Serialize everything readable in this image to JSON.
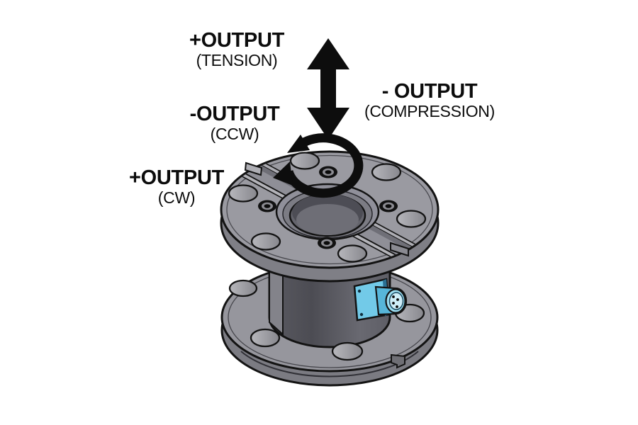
{
  "meta": {
    "description": "Isometric technical diagram of a pancake-style force/torque load cell showing output sign conventions",
    "background": "#ffffff"
  },
  "labels": {
    "tension": {
      "line1": "+OUTPUT",
      "line2": "(TENSION)"
    },
    "ccw": {
      "line1": "-OUTPUT",
      "line2": "(CCW)"
    },
    "compression": {
      "line1": "- OUTPUT",
      "line2": "(COMPRESSION)"
    },
    "cw": {
      "line1": "+OUTPUT",
      "line2": "(CW)"
    }
  },
  "icons": {
    "axial_arrow": "double-headed-vertical-arrow",
    "rotation_arrow": "circular-rotation-arrow"
  },
  "colors": {
    "text": "#0c0c0c",
    "arrow": "#0d0d0d",
    "outline": "#131313",
    "flange_top": "#9a9aa1",
    "flange_side": "#7f7f86",
    "cylinder_dark": "#4c4c53",
    "connector_blue": "#72cae8",
    "connector_blue_dark": "#2b6f92"
  }
}
